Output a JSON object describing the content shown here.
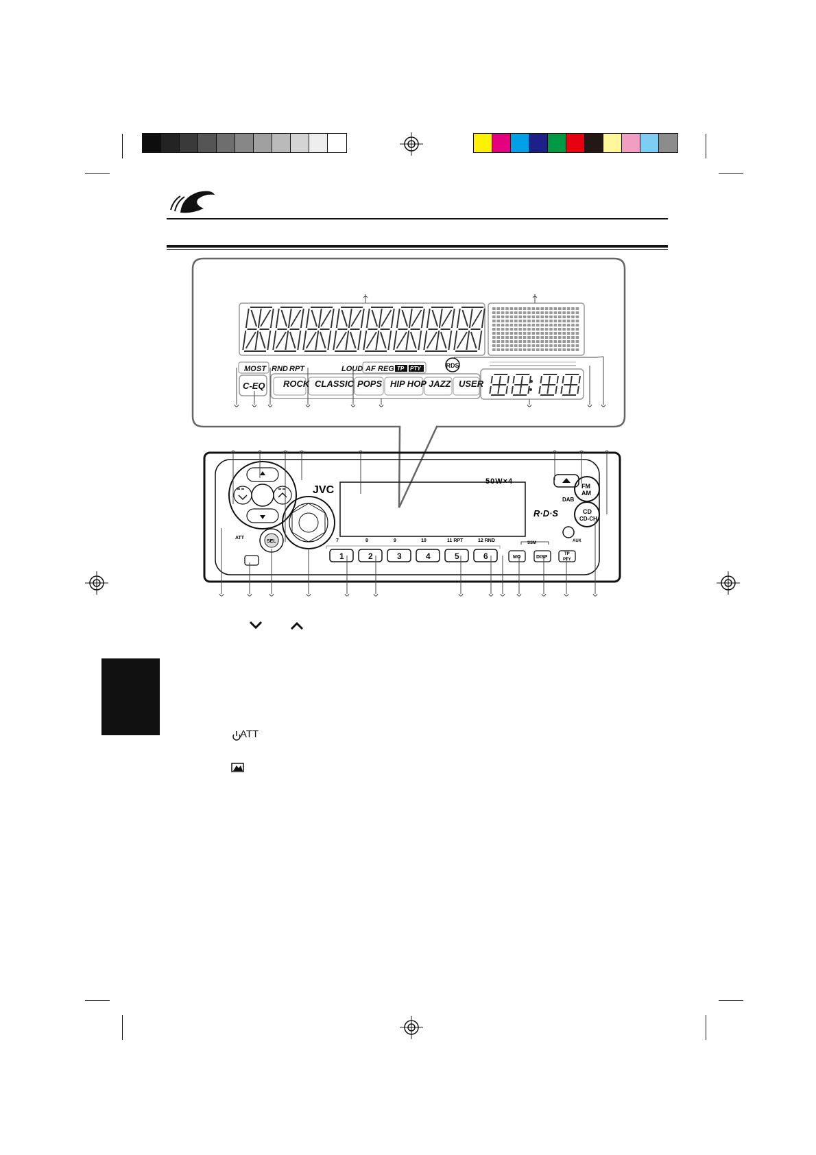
{
  "calibration": {
    "grayscale": [
      "#0d0d0d",
      "#232323",
      "#3a3a3a",
      "#555555",
      "#6e6e6e",
      "#878787",
      "#a0a0a0",
      "#bababa",
      "#d4d4d4",
      "#eeeeee",
      "#ffffff"
    ],
    "colors": [
      "#fff200",
      "#e4007f",
      "#00a0e9",
      "#1d2088",
      "#009944",
      "#e60012",
      "#231815",
      "#fff799",
      "#f19ec2",
      "#7ecef4",
      "#8c8c8c"
    ]
  },
  "display": {
    "segment_text": "88'8.8'8888",
    "indicators": {
      "mo": "MO",
      "st": "ST",
      "rnd": "RND",
      "rpt": "RPT",
      "loud": "LOUD",
      "af": "AF",
      "reg": "REG",
      "tp": "TP",
      "pty": "PTY",
      "ceq": "C-EQ"
    },
    "eq_modes": [
      "ROCK",
      "CLASSIC",
      "POPS",
      "HIP HOP",
      "JAZZ",
      "USER"
    ],
    "clock": "88:88"
  },
  "panel": {
    "brand": "JVC",
    "power": "50W×4",
    "rds": "R·D·S",
    "dab": "DAB",
    "fm": "FM",
    "am": "AM",
    "cd": "CD",
    "cdch": "CD-CH",
    "aux": "AUX",
    "sel": "SEL",
    "att": "ATT",
    "ssm": "SSM",
    "mode": "MO",
    "disp": "DISP",
    "tp": "TP",
    "pty": "PTY",
    "presets": [
      "1",
      "2",
      "3",
      "4",
      "5",
      "6"
    ],
    "preset_sublabels": [
      "7",
      "8",
      "9",
      "10",
      "11 RPT",
      "12 RND"
    ],
    "mo_label": "MO"
  },
  "notes": {
    "skip_down": "⌄",
    "skip_up": "⌃",
    "power_att": "⏻/I/ATT"
  }
}
